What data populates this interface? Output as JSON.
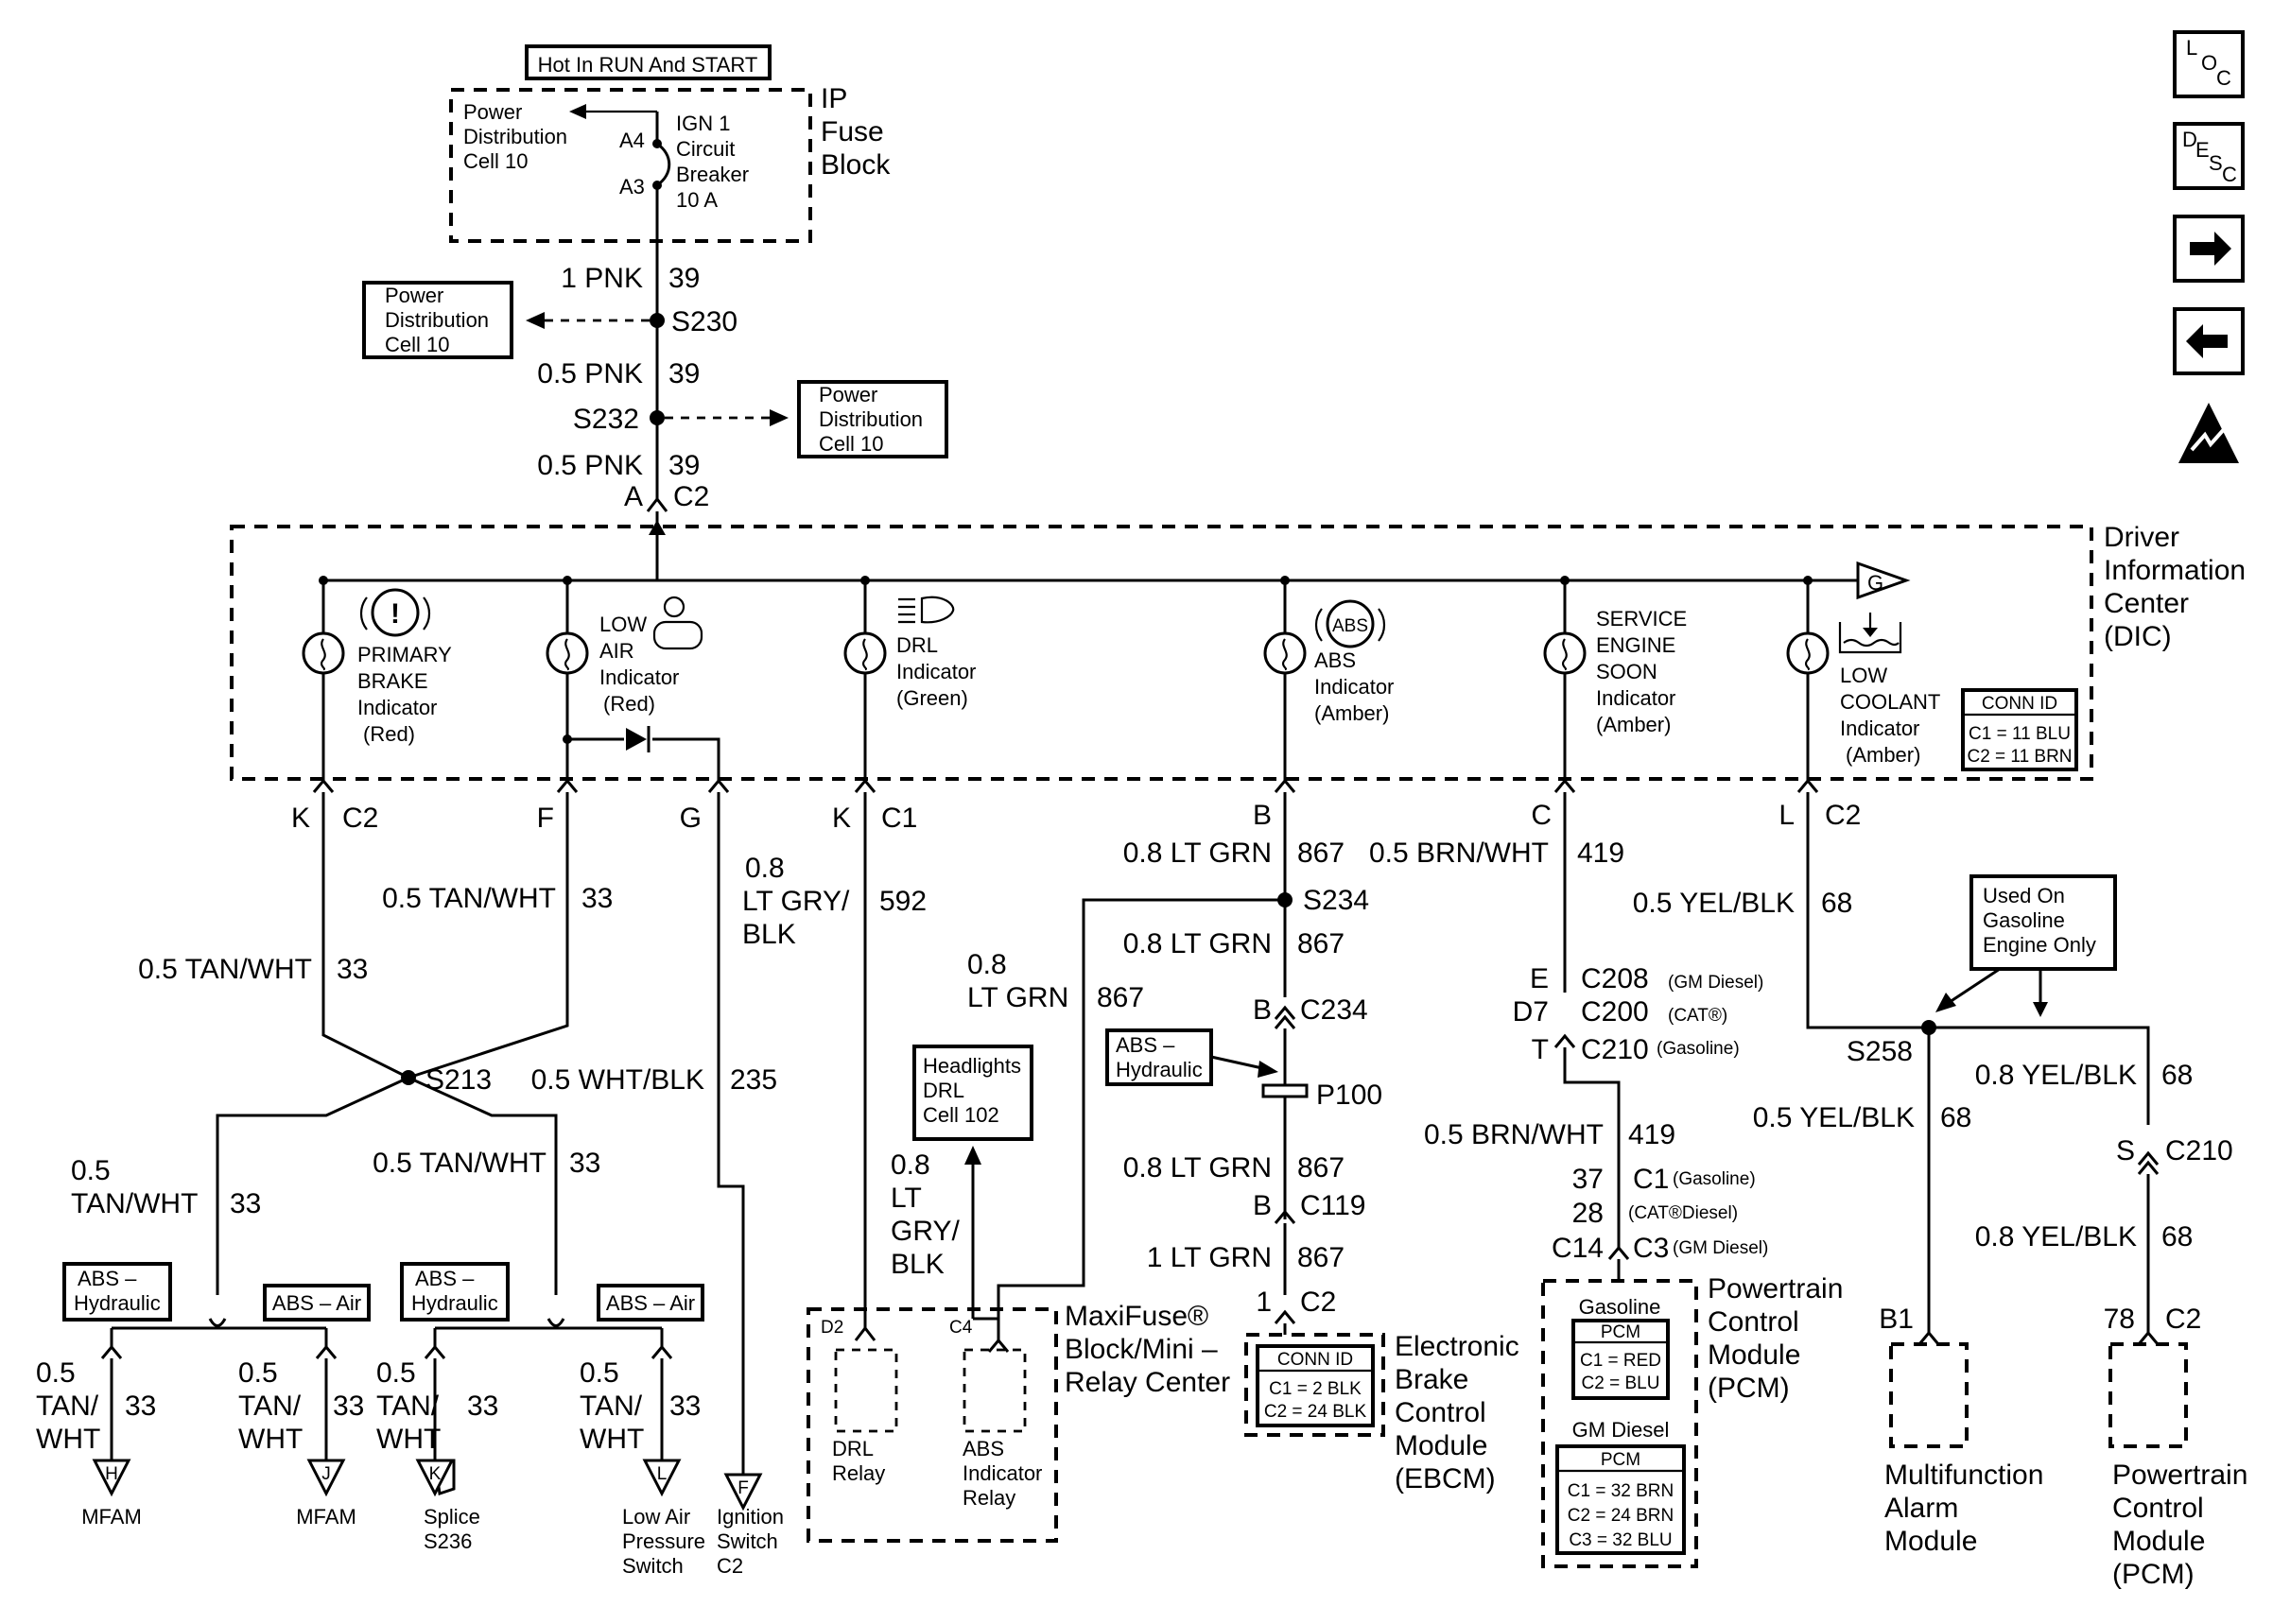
{
  "ip_fuse": {
    "hot_label": "Hot In RUN And START",
    "block_name": [
      "IP",
      "Fuse",
      "Block"
    ],
    "pdc": [
      "Power",
      "Distribution",
      "Cell 10"
    ],
    "pin_a4": "A4",
    "pin_a3": "A3",
    "breaker": [
      "IGN 1",
      "Circuit",
      "Breaker",
      "10 A"
    ]
  },
  "feed": {
    "wire1": "1 PNK",
    "c1": "39",
    "s230": "S230",
    "wire2": "0.5 PNK",
    "c2": "39",
    "s232": "S232",
    "wire3": "0.5 PNK",
    "c3": "39",
    "pin": "A",
    "conn": "C2",
    "pdc_left": [
      "Power",
      "Distribution",
      "Cell 10"
    ],
    "pdc_right": [
      "Power",
      "Distribution",
      "Cell 10"
    ]
  },
  "dic": {
    "name": [
      "Driver",
      "Information",
      "Center",
      "(DIC)"
    ],
    "g": "G",
    "indicators": [
      [
        "PRIMARY",
        "BRAKE",
        "Indicator",
        "(Red)"
      ],
      [
        "LOW",
        "AIR",
        "Indicator",
        "(Red)"
      ],
      [
        "DRL",
        "Indicator",
        "(Green)"
      ],
      [
        "ABS",
        "Indicator",
        "(Amber)"
      ],
      [
        "SERVICE",
        "ENGINE",
        "SOON",
        "Indicator",
        "(Amber)"
      ],
      [
        "LOW",
        "COOLANT",
        "Indicator",
        "(Amber)"
      ]
    ],
    "abs_symbol": "ABS",
    "conn_id_title": "CONN ID",
    "conn_id_c1": "C1 = 11 BLU",
    "conn_id_c2": "C2 = 11 BRN"
  },
  "pins": {
    "k_c2": [
      "K",
      "C2"
    ],
    "f": "F",
    "g": "G",
    "k_c1": [
      "K",
      "C1"
    ],
    "b": "B",
    "c": "C",
    "l_c2": [
      "L",
      "C2"
    ]
  },
  "brake_circuit": {
    "right_wire": "0.5 TAN/WHT",
    "right_num": "33",
    "left_wire": "0.5 TAN/WHT",
    "left_num": "33",
    "splice": "S213",
    "g_wire": "0.5 WHT/BLK",
    "g_num": "235",
    "lower_left_wire": [
      "0.5",
      "TAN/WHT"
    ],
    "lower_left_num": "33",
    "lower_right_wire": "0.5 TAN/WHT",
    "lower_right_num": "33",
    "abs_hydraulic": [
      "ABS –",
      "Hydraulic"
    ],
    "abs_air": "ABS – Air",
    "branches": [
      {
        "wire": [
          "0.5",
          "TAN/",
          "WHT"
        ],
        "num": "33",
        "letter": "H",
        "dest": [
          "MFAM"
        ]
      },
      {
        "wire": [
          "0.5",
          "TAN/",
          "WHT"
        ],
        "num": "33",
        "letter": "J",
        "dest": [
          "MFAM"
        ]
      },
      {
        "wire": [
          "0.5",
          "TAN/",
          "WHT"
        ],
        "num": "33",
        "letter": "K",
        "dest": [
          "Splice",
          "S236"
        ]
      },
      {
        "wire": [
          "0.5",
          "TAN/",
          "WHT"
        ],
        "num": "33",
        "letter": "L",
        "dest": [
          "Low Air",
          "Pressure",
          "Switch"
        ]
      },
      {
        "wire": [],
        "num": "",
        "letter": "F",
        "dest": [
          "Ignition",
          "Switch",
          "C2"
        ]
      }
    ]
  },
  "drl_circuit": {
    "wire": [
      "0.8",
      "LT GRY/",
      "BLK"
    ],
    "num": "592",
    "headlights": [
      "Headlights",
      "DRL",
      "Cell 102"
    ],
    "wire2": [
      "0.8",
      "LT",
      "GRY/",
      "BLK"
    ],
    "wire3": [
      "0.8",
      "LT GRN"
    ],
    "num3": "867",
    "maxifuse": [
      "MaxiFuse®",
      "Block/Mini –",
      "Relay Center"
    ],
    "d2": "D2",
    "c4": "C4",
    "drl_relay": [
      "DRL",
      "Relay"
    ],
    "abs_relay": [
      "ABS",
      "Indicator",
      "Relay"
    ]
  },
  "abs_circuit": {
    "w1": "0.8 LT GRN",
    "n1": "867",
    "s234": "S234",
    "w2": "0.8 LT GRN",
    "n2": "867",
    "c234_pin": "B",
    "c234": "C234",
    "abs_hyd": [
      "ABS –",
      "Hydraulic"
    ],
    "p100": "P100",
    "w3": "0.8 LT GRN",
    "n3": "867",
    "c119_pin": "B",
    "c119": "C119",
    "w4": "1 LT GRN",
    "n4": "867",
    "c2_pin": "1",
    "c2": "C2",
    "ebcm_conn_title": "CONN ID",
    "ebcm_c1": "C1 = 2 BLK",
    "ebcm_c2": "C2 = 24 BLK",
    "ebcm": [
      "Electronic",
      "Brake",
      "Control",
      "Module",
      "(EBCM)"
    ]
  },
  "ses_circuit": {
    "w1": "0.5 BRN/WHT",
    "n1": "419",
    "e": "E",
    "c208": "C208",
    "c208_note": "(GM Diesel)",
    "d7": "D7",
    "c200": "C200",
    "c200_note": "(CAT®)",
    "t": "T",
    "c210": "C210",
    "c210_note": "(Gasoline)",
    "w2": "0.5 BRN/WHT",
    "n2": "419",
    "p37": "37",
    "c1": "C1",
    "c1_note": "(Gasoline)",
    "p28": "28",
    "c28_note": "(CAT®Diesel)",
    "p14": "C14",
    "c3": "C3",
    "c3_note": "(GM Diesel)",
    "gasoline": "Gasoline",
    "pcm1": "PCM",
    "pcm1_c1": "C1 = RED",
    "pcm1_c2": "C2 = BLU",
    "gm_diesel": "GM Diesel",
    "pcm2": "PCM",
    "pcm2_c1": "C1 = 32 BRN",
    "pcm2_c2": "C2 = 24 BRN",
    "pcm2_c3": "C3 = 32 BLU",
    "pcm_name": [
      "Powertrain",
      "Control",
      "Module",
      "(PCM)"
    ]
  },
  "coolant_circuit": {
    "w1": "0.5 YEL/BLK",
    "n1": "68",
    "used_on": [
      "Used On",
      "Gasoline",
      "Engine Only"
    ],
    "s258": "S258",
    "w2": "0.5 YEL/BLK",
    "n2": "68",
    "w3": "0.8 YEL/BLK",
    "n3": "68",
    "s": "S",
    "c210": "C210",
    "w4": "0.8 YEL/BLK",
    "n4": "68",
    "b1": "B1",
    "p78": "78",
    "c2": "C2",
    "mfam": [
      "Multifunction",
      "Alarm",
      "Module"
    ],
    "pcm": [
      "Powertrain",
      "Control",
      "Module",
      "(PCM)"
    ]
  },
  "nav": {
    "loc": [
      "L",
      "O",
      "C"
    ],
    "desc": [
      "D",
      "E",
      "S",
      "C"
    ],
    "next_icon": "right-arrow",
    "prev_icon": "left-arrow",
    "esd_icon": "esd-warning"
  }
}
